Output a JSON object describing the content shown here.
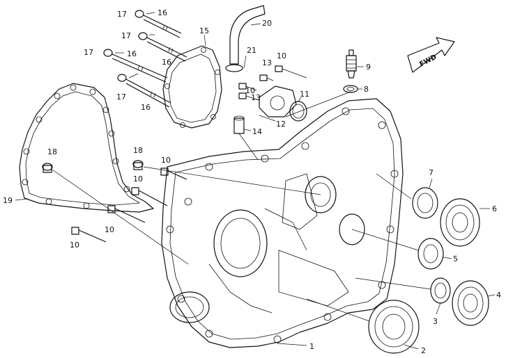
{
  "fwd_badge": {
    "text": "FWD"
  },
  "callouts": [
    {
      "id": "c1",
      "label": "1"
    },
    {
      "id": "c2",
      "label": "2"
    },
    {
      "id": "c3",
      "label": "3"
    },
    {
      "id": "c4",
      "label": "4"
    },
    {
      "id": "c5",
      "label": "5"
    },
    {
      "id": "c6",
      "label": "6"
    },
    {
      "id": "c7",
      "label": "7"
    },
    {
      "id": "c8",
      "label": "8"
    },
    {
      "id": "c9",
      "label": "9"
    },
    {
      "id": "c10a",
      "label": "10"
    },
    {
      "id": "c10b",
      "label": "10"
    },
    {
      "id": "c10c",
      "label": "10"
    },
    {
      "id": "c10d",
      "label": "10"
    },
    {
      "id": "c10e",
      "label": "10"
    },
    {
      "id": "c10f",
      "label": "10"
    },
    {
      "id": "c11",
      "label": "11"
    },
    {
      "id": "c12",
      "label": "12"
    },
    {
      "id": "c13a",
      "label": "13"
    },
    {
      "id": "c13b",
      "label": "13"
    },
    {
      "id": "c14",
      "label": "14"
    },
    {
      "id": "c15",
      "label": "15"
    },
    {
      "id": "c16a",
      "label": "16"
    },
    {
      "id": "c16b",
      "label": "16"
    },
    {
      "id": "c16c",
      "label": "16"
    },
    {
      "id": "c16d",
      "label": "16"
    },
    {
      "id": "c17a",
      "label": "17"
    },
    {
      "id": "c17b",
      "label": "17"
    },
    {
      "id": "c17c",
      "label": "17"
    },
    {
      "id": "c17d",
      "label": "17"
    },
    {
      "id": "c18a",
      "label": "18"
    },
    {
      "id": "c18b",
      "label": "18"
    },
    {
      "id": "c19",
      "label": "19"
    },
    {
      "id": "c20",
      "label": "20"
    },
    {
      "id": "c21",
      "label": "21"
    }
  ]
}
